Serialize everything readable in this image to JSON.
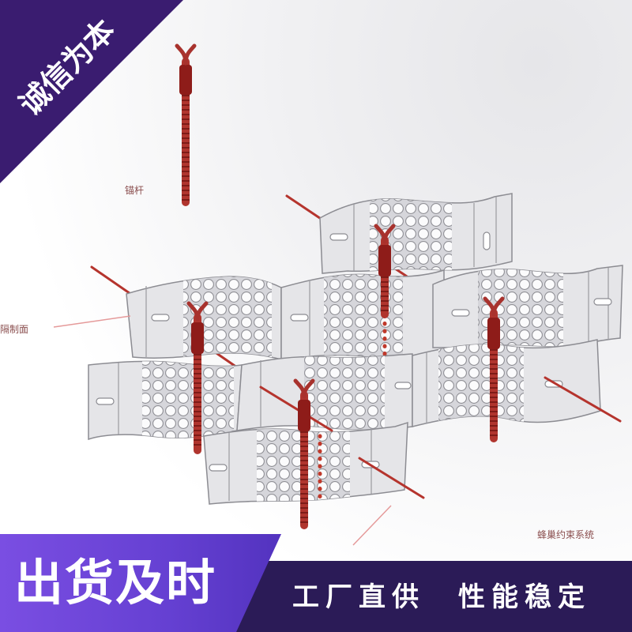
{
  "corner_badge": {
    "text": "诚信为本"
  },
  "labels": {
    "anchor_rod": "锚杆",
    "left_label": "隔制面",
    "system": "蜂巢约束系统"
  },
  "bottom_banner": {
    "left_text": "出货及时",
    "right_text_1": "工厂直供",
    "right_text_2": "性能稳定"
  },
  "colors": {
    "badge": "#3a1c70",
    "banner_dark": "#2b1b57",
    "banner_accent": "#6540d2",
    "anchor_red": "#b0352e",
    "geocell_gray": "#e5e5e8"
  }
}
